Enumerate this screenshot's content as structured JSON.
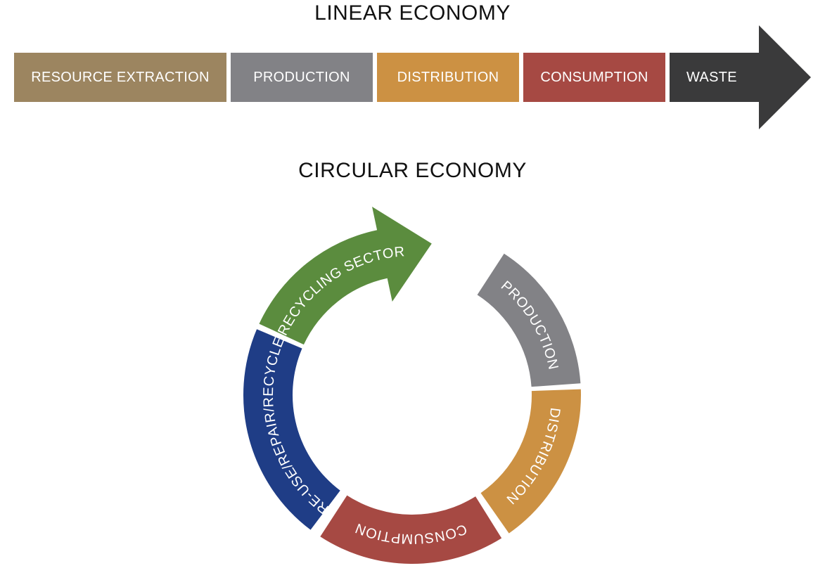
{
  "linear": {
    "title": "LINEAR ECONOMY",
    "steps": [
      {
        "label": "RESOURCE EXTRACTION",
        "color": "#9c8560"
      },
      {
        "label": "PRODUCTION",
        "color": "#828286"
      },
      {
        "label": "DISTRIBUTION",
        "color": "#cc9143"
      },
      {
        "label": "CONSUMPTION",
        "color": "#a64943"
      },
      {
        "label": "WASTE",
        "color": "#3a3a3b"
      }
    ]
  },
  "circular": {
    "title": "CIRCULAR ECONOMY",
    "segments": [
      {
        "label": "PRODUCTION",
        "color": "#828286"
      },
      {
        "label": "DISTRIBUTION",
        "color": "#cc9143"
      },
      {
        "label": "CONSUMPTION",
        "color": "#a64943"
      },
      {
        "label": "RE-USE/REPAIR/RECYCLE",
        "color": "#1f3d86"
      },
      {
        "label": "RECYCLING SECTOR",
        "color": "#5b8c3e"
      }
    ]
  }
}
